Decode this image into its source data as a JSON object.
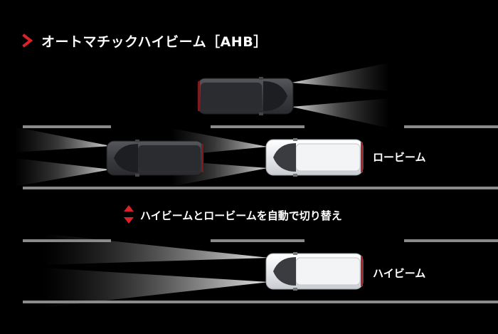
{
  "title": "オートマチックハイビーム［AHB］",
  "labels": {
    "low_beam": "ロービーム",
    "high_beam": "ハイビーム",
    "switch_note": "ハイビームとロービームを自動で切り替え"
  },
  "colors": {
    "accent_red": "#d8232a",
    "background": "#000000",
    "road_line": "#8a8a8a",
    "dark_car": "#3a3b3f",
    "white_car": "#e9ebee"
  },
  "icons": {
    "title_marker": "chevron-right-icon",
    "switch_marker": "up-down-arrows-icon"
  }
}
